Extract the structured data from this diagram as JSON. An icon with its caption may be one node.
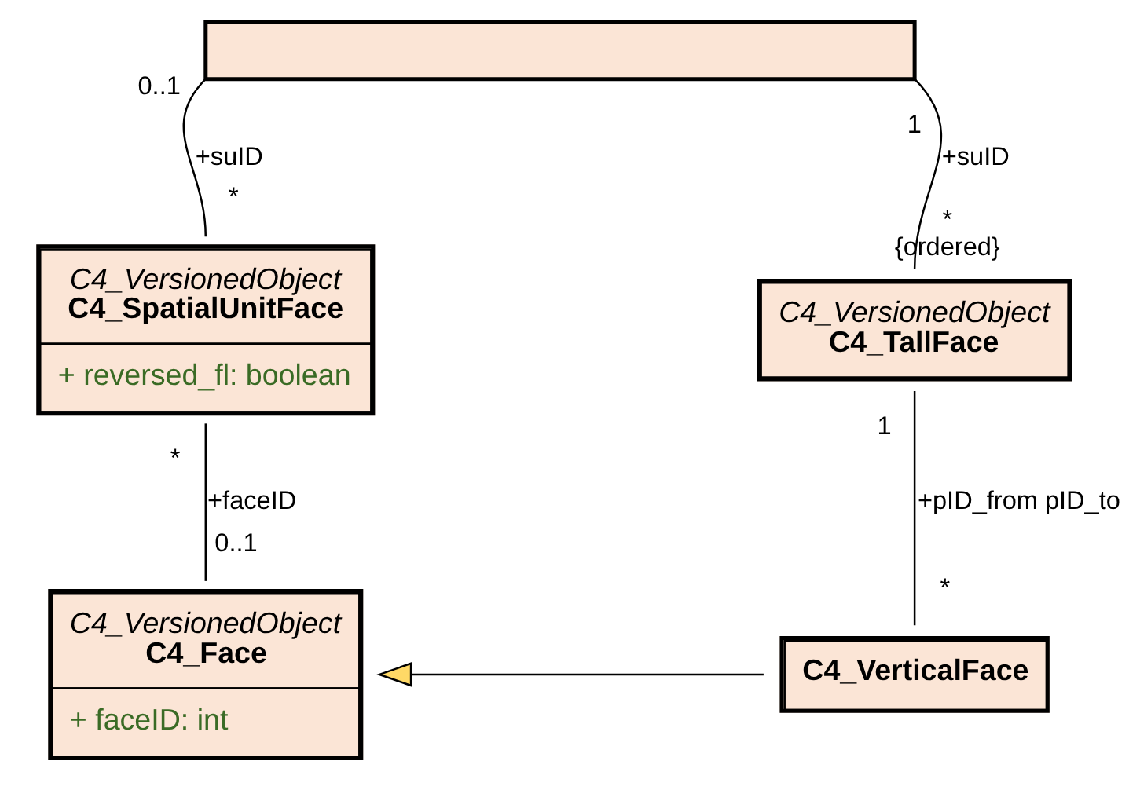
{
  "diagram": {
    "nodes": [
      {
        "text": [],
        "shape": "box"
      },
      {
        "text": [
          "C4_VersionedObject",
          "C4_SpatialUnitFace",
          "+ reversed_fl: boolean"
        ]
      },
      {
        "text": [
          "C4_VersionedObject",
          "C4_TallFace"
        ]
      },
      {
        "text": [
          "C4_VersionedObject",
          "C4_Face",
          "+ faceID: int"
        ]
      },
      {
        "text": [
          "C4_VerticalFace"
        ]
      }
    ],
    "edges": [
      {
        "from": 0,
        "to": 1,
        "arrow": "none",
        "label": "+suID"
      },
      {
        "from": 0,
        "to": 2,
        "arrow": "none",
        "label": "+suID"
      },
      {
        "from": 1,
        "to": 3,
        "arrow": "none",
        "label": "+faceID"
      },
      {
        "from": 2,
        "to": 4,
        "arrow": "none",
        "label": "+pID_from pID_to"
      },
      {
        "from": 4,
        "to": 3,
        "arrow": "to"
      }
    ],
    "labels": [
      "0..1",
      "1",
      "*",
      "*",
      "{ordered}",
      "1",
      "*",
      "0..1",
      "*"
    ]
  }
}
